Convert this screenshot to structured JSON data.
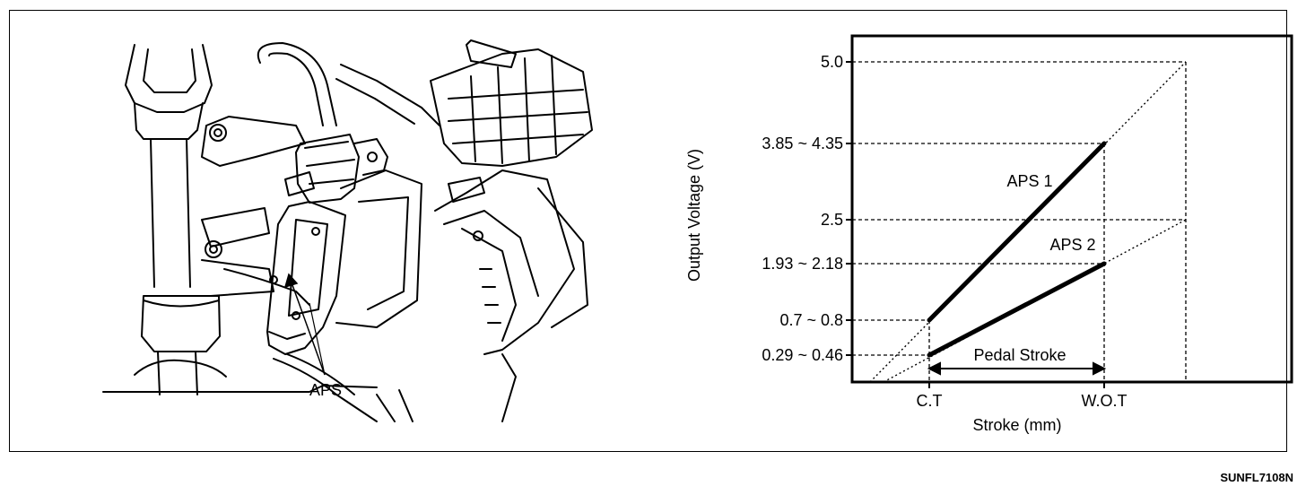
{
  "illustration": {
    "callout": "APS"
  },
  "chart_data": {
    "type": "line",
    "xlabel": "Stroke (mm)",
    "ylabel": "Output Voltage (V)",
    "x_ticks": [
      "C.T",
      "W.O.T"
    ],
    "y_ticks": [
      "5.0",
      "3.85 ~ 4.35",
      "2.5",
      "1.93 ~ 2.18",
      "0.7 ~ 0.8",
      "0.29 ~ 0.46"
    ],
    "y_tick_values": [
      5.0,
      4.1,
      2.5,
      1.85,
      0.75,
      0.38
    ],
    "series": [
      {
        "name": "APS 1",
        "x": [
          "C.T",
          "W.O.T"
        ],
        "y": [
          0.75,
          4.1
        ]
      },
      {
        "name": "APS 2",
        "x": [
          "C.T",
          "W.O.T"
        ],
        "y": [
          0.38,
          1.85
        ]
      }
    ],
    "annotations": [
      "Pedal Stroke"
    ]
  },
  "figure_code": "SUNFL7108N",
  "colors": {
    "ink": "#000000",
    "background": "#ffffff"
  }
}
